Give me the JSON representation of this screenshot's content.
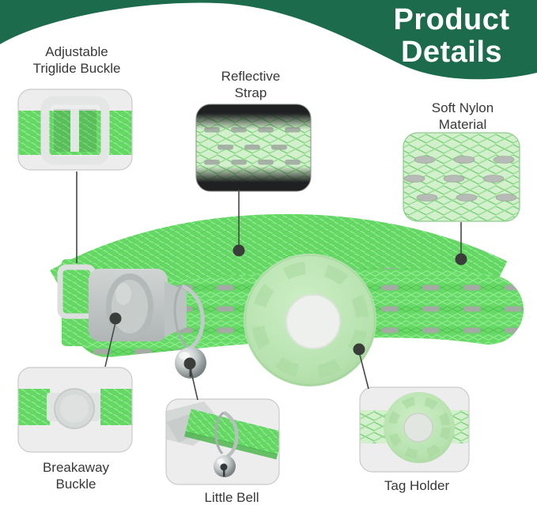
{
  "header": {
    "title_line1": "Product",
    "title_line2": "Details"
  },
  "callouts": [
    {
      "id": "adjustable-triglide-buckle",
      "label_lines": [
        "Adjustable",
        "Triglide Buckle"
      ]
    },
    {
      "id": "reflective-strap",
      "label_lines": [
        "Reflective",
        "Strap"
      ]
    },
    {
      "id": "soft-nylon-material",
      "label_lines": [
        "Soft Nylon",
        "Material"
      ]
    },
    {
      "id": "breakaway-buckle",
      "label_lines": [
        "Breakaway",
        "Buckle"
      ]
    },
    {
      "id": "little-bell",
      "label_lines": [
        "Little Bell"
      ]
    },
    {
      "id": "tag-holder",
      "label_lines": [
        "Tag Holder"
      ]
    }
  ],
  "colors": {
    "header_green": "#1b6b4c",
    "title_text": "#ffffff",
    "label_text": "#383838",
    "collar_green": "#63d863",
    "reflective_gray": "#a3aca3",
    "tag_holder_green": "#bce4b4",
    "connector": "#3a3d3a"
  }
}
